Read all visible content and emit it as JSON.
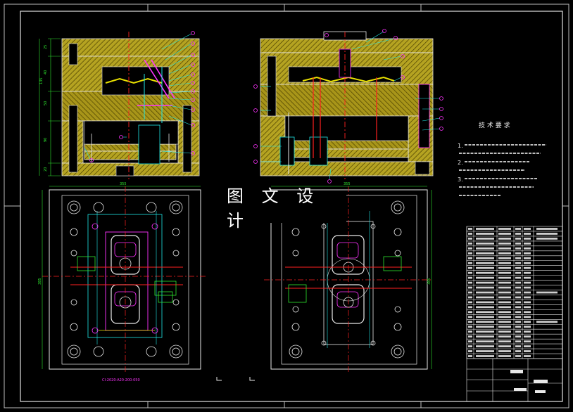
{
  "watermark": "图 文 设 计",
  "tech_req": {
    "title": "技 术 要 求",
    "lines": [
      {
        "num": "1.",
        "text": "模具制造过程"
      },
      {
        "num": "",
        "text": "型芯型腔"
      },
      {
        "num": "2.",
        "text": "装配要求"
      },
      {
        "num": "",
        "text": "顶出机构"
      },
      {
        "num": "3.",
        "text": "试模要求"
      },
      {
        "num": "",
        "text": "冷却水道"
      },
      {
        "num": "",
        "text": "检查验收"
      }
    ]
  },
  "left_dims": [
    "25",
    "40",
    "135",
    "50",
    "90",
    "20"
  ],
  "plan_dims": {
    "left_width": "355",
    "left_height": "385",
    "right_width": "355",
    "right_height": "385"
  },
  "bottom_caption": "CI-2020-A20-200-050",
  "colors": {
    "plate_yellow": "#b5a321",
    "hatch": "#3a3200",
    "outline": "#e8e8e8",
    "cyan": "#20e8e8",
    "magenta": "#ff33ff",
    "red": "#ff2020",
    "green": "#2ee82e",
    "frame": "#cfcfcf"
  },
  "bom_rows": 27
}
